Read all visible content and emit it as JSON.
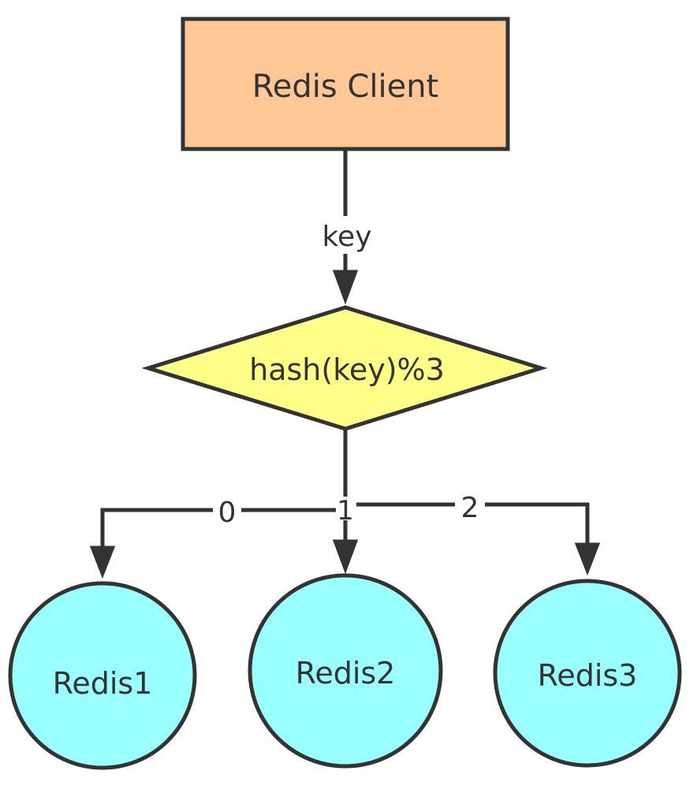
{
  "nodes": {
    "client": {
      "label": "Redis Client",
      "fill": "#FFC896"
    },
    "hash": {
      "label": "hash(key)%3",
      "fill": "#FFFF88"
    },
    "redis1": {
      "label": "Redis1",
      "fill": "#99FFFF"
    },
    "redis2": {
      "label": "Redis2",
      "fill": "#99FFFF"
    },
    "redis3": {
      "label": "Redis3",
      "fill": "#99FFFF"
    }
  },
  "edges": {
    "client_to_hash": {
      "label": "key"
    },
    "hash_to_redis1": {
      "label": "0"
    },
    "hash_to_redis2": {
      "label": "1"
    },
    "hash_to_redis3": {
      "label": "2"
    }
  },
  "colors": {
    "stroke": "#333333",
    "text": "#333333",
    "background": "#FFFFFF"
  }
}
